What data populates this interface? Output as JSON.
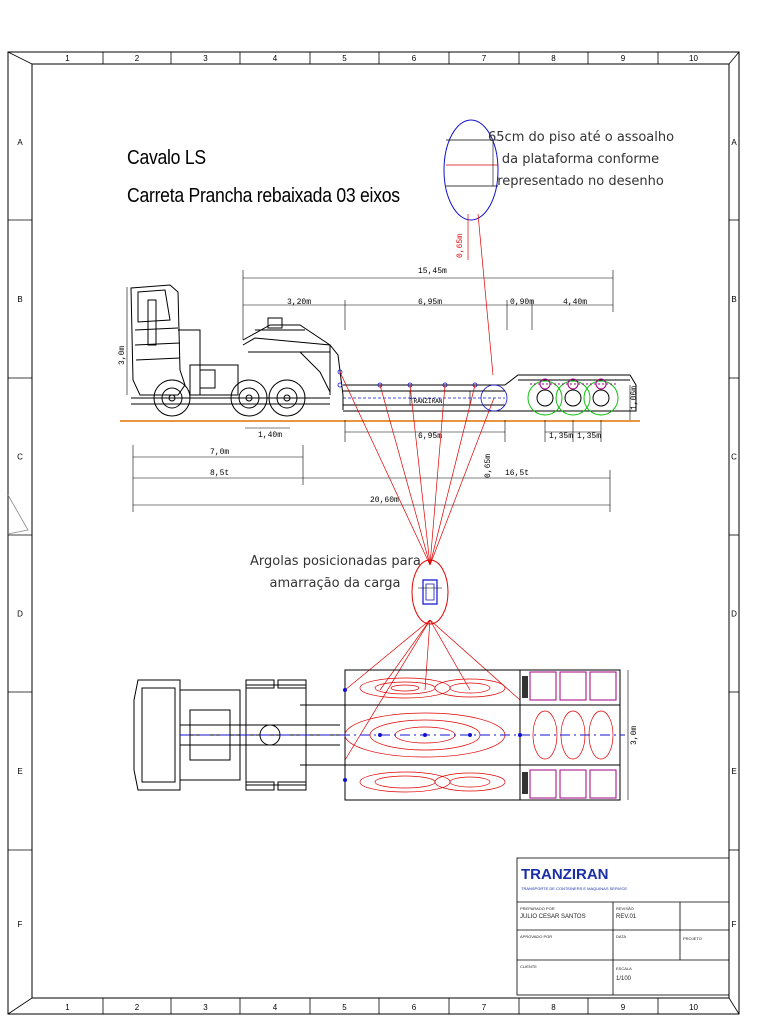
{
  "drawing": {
    "title_line1": "Cavalo LS",
    "title_line2": "Carreta Prancha rebaixada 03 eixos"
  },
  "notes": {
    "floor_note_line1": "65cm do piso até o assoalho",
    "floor_note_line2": "da plataforma conforme",
    "floor_note_line3": "representado no desenho",
    "rings_note_line1": "Argolas posicionadas para",
    "rings_note_line2": "amarração da carga"
  },
  "grid": {
    "columns": [
      "1",
      "2",
      "3",
      "4",
      "5",
      "6",
      "7",
      "8",
      "9",
      "10"
    ],
    "rows": [
      "A",
      "B",
      "C",
      "D",
      "E",
      "F"
    ]
  },
  "dimensions": {
    "total_top": "15,45m",
    "seg_1": "3,20m",
    "seg_2": "6,95m",
    "seg_3": "0,90m",
    "seg_4": "4,40m",
    "cab_height": "3,0m",
    "tandem_spacing": "1,40m",
    "deck_length": "6,95m",
    "axle_spacing_1": "1,35m",
    "axle_spacing_2": "1,35m",
    "rear_height": "1,06m",
    "detail_height": "0,65m",
    "deck_height": "0,65m",
    "cab_length": "7,0m",
    "cab_weight": "8,5t",
    "trailer_weight": "16,5t",
    "overall_length": "20,60m",
    "width_top_view": "3,0m",
    "trailer_logo_text": "TRANZIRAN"
  },
  "title_block": {
    "company": "TRANZIRAN",
    "company_subtitle": "TRANSPORTE DE CONTEINERS E MAQUINAS SERVICE",
    "prepared_by_label": "PREPARADO POR",
    "prepared_by": "JULIO CESAR SANTOS",
    "revision_label": "REVISÃO",
    "revision": "REV.01",
    "approved_by_label": "APROVADO POR",
    "date_label": "DATA",
    "project_label": "PROJETO",
    "client_label": "CLIENTE",
    "scale_label": "ESCALA",
    "scale": "1/100"
  },
  "colors": {
    "red": "#e00000",
    "blue": "#1010d0",
    "green": "#10c010",
    "brand": "#1a2ea8"
  }
}
